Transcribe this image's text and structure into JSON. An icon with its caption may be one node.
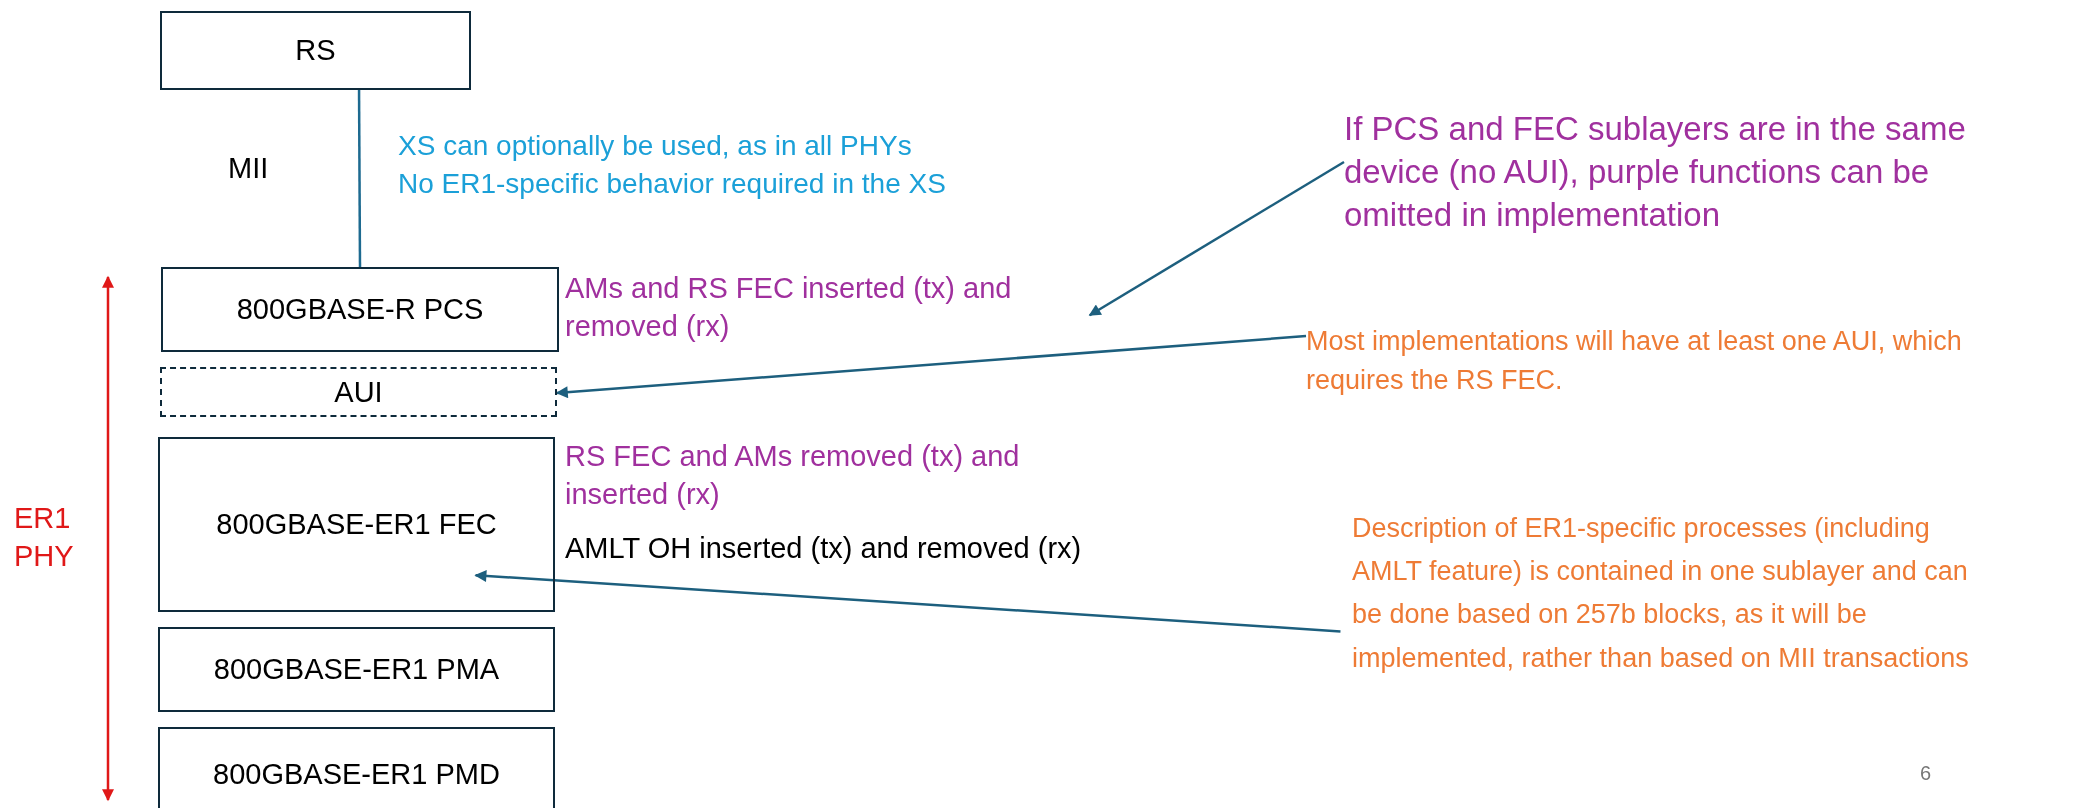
{
  "diagram": {
    "nodes": [
      {
        "text": [
          "RS"
        ]
      },
      {
        "text": [
          "800GBASE-R PCS"
        ]
      },
      {
        "text": [
          "AUI"
        ]
      },
      {
        "text": [
          "800GBASE-ER1 FEC"
        ]
      },
      {
        "text": [
          "800GBASE-ER1 PMA"
        ]
      },
      {
        "text": [
          "800GBASE-ER1 PMD"
        ]
      },
      {
        "text": [
          "AMs and RS FEC inserted (tx) and removed (rx)"
        ]
      },
      {
        "text": [
          "If PCS and FEC sublayers are in the same device (no AUI), purple functions can be omitted in implementation"
        ]
      },
      {
        "text": [
          "Most implementations will have at least one AUI, which requires the RS FEC."
        ]
      },
      {
        "text": [
          "Description of ER1-specific processes (including  AMLT feature) is contained in one sublayer and can be done based on 257b blocks, as it will be implemented, rather than based on MII transactions"
        ]
      }
    ],
    "edges": [
      {
        "from": 0,
        "to": 1,
        "arrow": "none"
      },
      {
        "from": 7,
        "to": 6,
        "arrow": "to"
      },
      {
        "from": 8,
        "to": 2,
        "arrow": "to"
      },
      {
        "from": 9,
        "to": 3,
        "arrow": "to"
      }
    ],
    "labels": [
      "MII",
      "XS can optionally be used, as in all PHYs",
      "No ER1-specific behavior required in the XS",
      "RS FEC and AMs removed (tx) and inserted (rx)",
      "AMLT OH inserted (tx) and removed (rx)",
      "ER1 PHY",
      "6"
    ]
  }
}
